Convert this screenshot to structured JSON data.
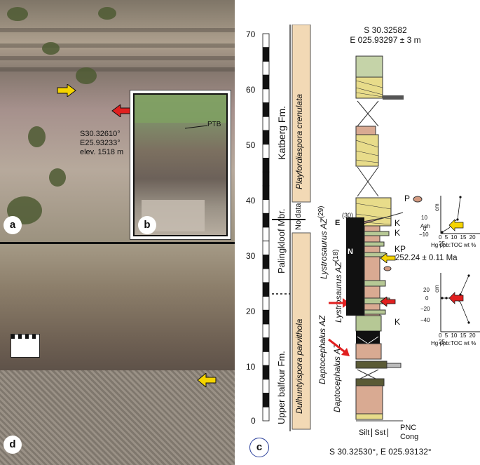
{
  "panels": {
    "a": {
      "label": "a",
      "coords": [
        "S30.32610°",
        "E25.93233°",
        "elev. 1518 m"
      ]
    },
    "b": {
      "label": "b",
      "ptb": "PTB"
    },
    "c": {
      "label": "c"
    },
    "d": {
      "label": "d"
    }
  },
  "section": {
    "top_coords": [
      "S 30.32582",
      "E 025.93297 ± 3 m"
    ],
    "bottom_coords": "S 30.32530°, E 025.93132°",
    "scale_ticks": [
      "70",
      "60",
      "50",
      "40",
      "30",
      "20",
      "10",
      "0"
    ],
    "formations": [
      "Katberg Fm.",
      "Palingkloof Mbr.",
      "Upper balfour Fm."
    ],
    "no_data": "No data",
    "palynozones": [
      "Playfordiaspora crenulata",
      "Dulhuntyispora parvithola"
    ],
    "az_labels": {
      "lystro_29_a": "Lystrosaurus AZ",
      "lystro_29_sup": "(29)",
      "lystro_18_a": "Lystrosaurus AZ",
      "lystro_18_sup": "(18)",
      "dapto_a": "Daptocephalus AZ",
      "dapto_b": "Daptocephalus AZ",
      "dapto_prefix": "Daptocephalus AZ"
    },
    "markers": {
      "E": "E",
      "E_ref": "(30)",
      "N": "N",
      "K1": "K",
      "K2": "K",
      "KP": "KP",
      "K3": "K",
      "P": "P",
      "age": "252.24 ± 0.11 Ma"
    },
    "grain_legend": {
      "silt": "Silt",
      "sst": "Sst",
      "pnc": "PNC",
      "cong": "Cong"
    }
  },
  "inset_top": {
    "y_label": "cm",
    "x_label": "Hg ppb:TOC wt %",
    "ash": "Ash",
    "y_ticks": [
      "10",
      "0",
      "−10"
    ],
    "x_ticks": [
      "0",
      "5",
      "10",
      "15",
      "20",
      "25"
    ]
  },
  "inset_bottom": {
    "y_label": "cm",
    "x_label": "Hg ppb:TOC wt %",
    "y_ticks": [
      "20",
      "0",
      "−20",
      "−40"
    ],
    "x_ticks": [
      "0",
      "5",
      "10",
      "15",
      "20",
      "25"
    ]
  },
  "colors": {
    "yellow_arrow": "#f5d400",
    "red_arrow": "#e02020",
    "sandstone": "#e8dc8a",
    "silt_pink": "#d9aa92",
    "green": "#b6c895",
    "dark_green": "#5a5a35"
  }
}
